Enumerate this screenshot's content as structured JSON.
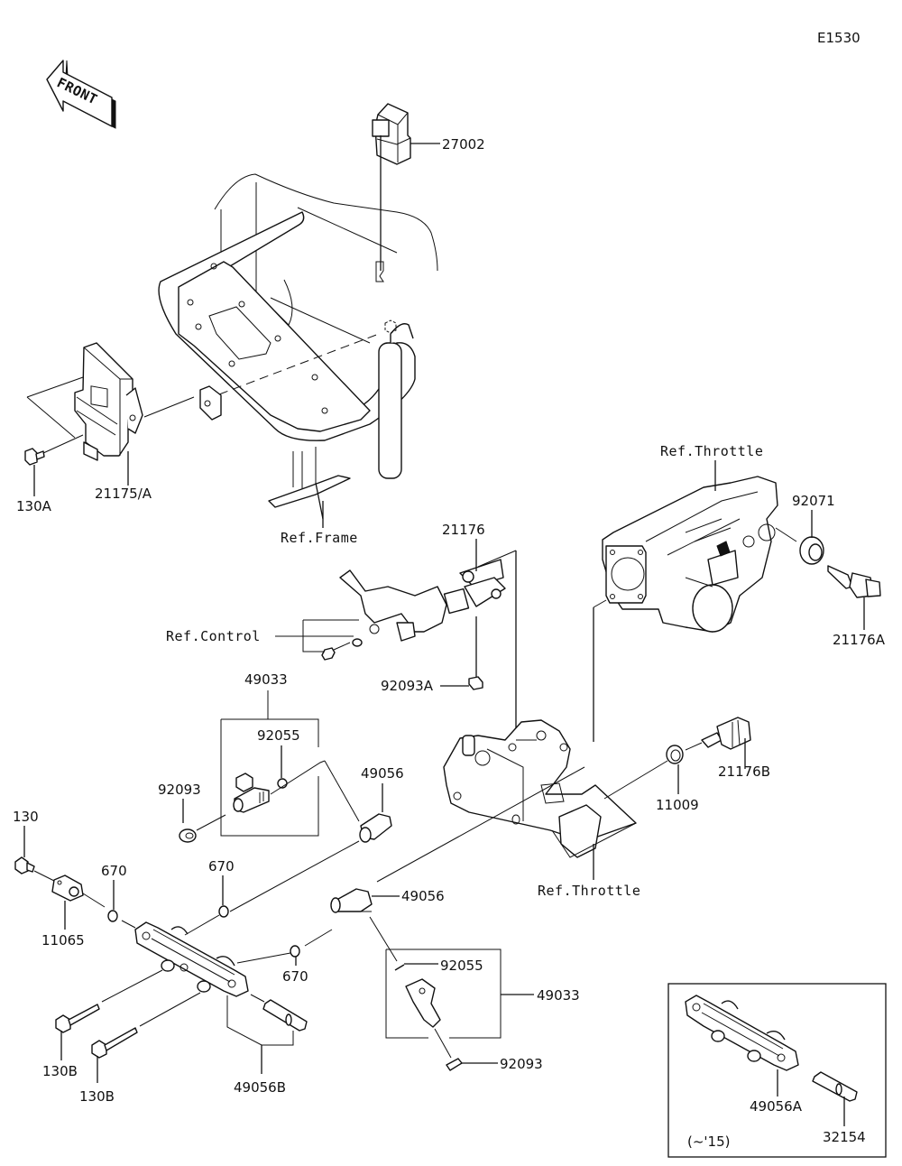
{
  "diagram": {
    "code": "E1530",
    "front_label": "FRONT",
    "parts": [
      {
        "id": "p27002",
        "label": "27002"
      },
      {
        "id": "p21175A",
        "label": "21175/A"
      },
      {
        "id": "p130A",
        "label": "130A"
      },
      {
        "id": "pRefFrame",
        "label": "Ref.Frame"
      },
      {
        "id": "pRefThrottleTop",
        "label": "Ref.Throttle"
      },
      {
        "id": "p92071",
        "label": "92071"
      },
      {
        "id": "p21176A",
        "label": "21176A"
      },
      {
        "id": "p21176",
        "label": "21176"
      },
      {
        "id": "pRefControl",
        "label": "Ref.Control"
      },
      {
        "id": "p92093A",
        "label": "92093A"
      },
      {
        "id": "p49033a",
        "label": "49033"
      },
      {
        "id": "p92055a",
        "label": "92055"
      },
      {
        "id": "p92093a",
        "label": "92093"
      },
      {
        "id": "p49056a",
        "label": "49056"
      },
      {
        "id": "p21176B",
        "label": "21176B"
      },
      {
        "id": "p11009",
        "label": "11009"
      },
      {
        "id": "pRefThrottleBottom",
        "label": "Ref.Throttle"
      },
      {
        "id": "p130",
        "label": "130"
      },
      {
        "id": "p670a",
        "label": "670"
      },
      {
        "id": "p670b",
        "label": "670"
      },
      {
        "id": "p670c",
        "label": "670"
      },
      {
        "id": "p11065",
        "label": "11065"
      },
      {
        "id": "p49056b",
        "label": "49056"
      },
      {
        "id": "p92055b",
        "label": "92055"
      },
      {
        "id": "p49033b",
        "label": "49033"
      },
      {
        "id": "p92093b",
        "label": "92093"
      },
      {
        "id": "p130B1",
        "label": "130B"
      },
      {
        "id": "p130B2",
        "label": "130B"
      },
      {
        "id": "p49056B",
        "label": "49056B"
      }
    ],
    "inset": {
      "note": "(~'15)",
      "parts": [
        {
          "id": "p49056A",
          "label": "49056A"
        },
        {
          "id": "p32154",
          "label": "32154"
        }
      ]
    }
  }
}
